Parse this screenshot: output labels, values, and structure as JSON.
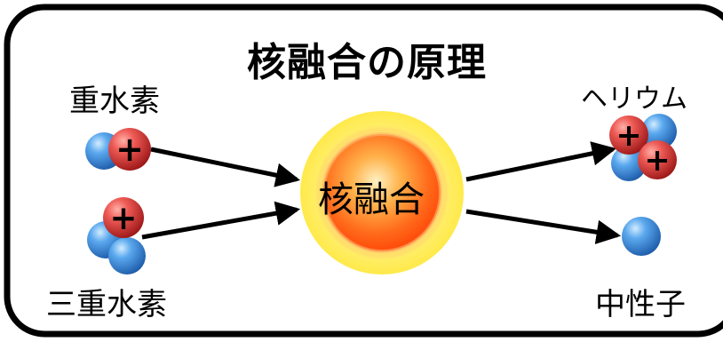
{
  "title": "核融合の原理",
  "center_label": "核融合",
  "inputs": {
    "deuterium": "重水素",
    "tritium": "三重水素"
  },
  "outputs": {
    "helium": "ヘリウム",
    "neutron": "中性子"
  },
  "proton_symbol": "+",
  "colors": {
    "border": "#000000",
    "proton_red": "#d7373a",
    "neutron_blue": "#3f86d8",
    "glow_yellow": "#fff27a",
    "core_orange": "#ff6a1a",
    "arrow": "#000000"
  }
}
